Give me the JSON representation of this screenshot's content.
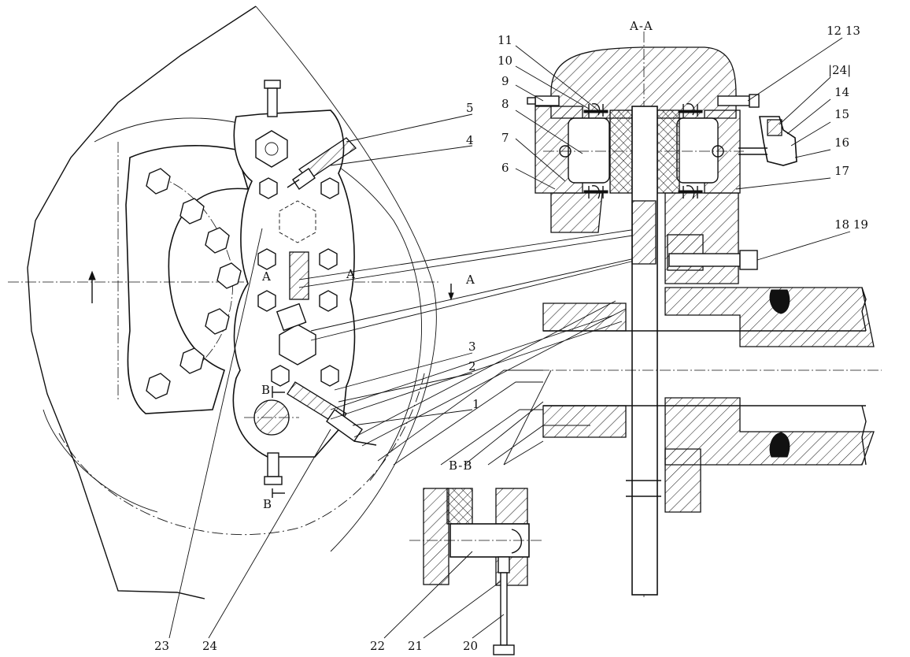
{
  "labels": {
    "l1": "1",
    "l2": "2",
    "l3": "3",
    "l4": "4",
    "l5": "5",
    "l6": "6",
    "l7": "7",
    "l8": "8",
    "l9": "9",
    "l10": "10",
    "l11": "11",
    "l12_13": "12 13",
    "l24top": "|24|",
    "l14": "14",
    "l15": "15",
    "l16": "16",
    "l17": "17",
    "l18_19": "18 19",
    "l20": "20",
    "l21": "21",
    "l22": "22",
    "l23": "23",
    "l24": "24"
  },
  "sections": {
    "aa_title": "A-A",
    "bb_title": "B-B",
    "a_left": "A",
    "a_right": "A",
    "a_arrow": "A",
    "b_top": "B",
    "b_bottom": "B"
  }
}
